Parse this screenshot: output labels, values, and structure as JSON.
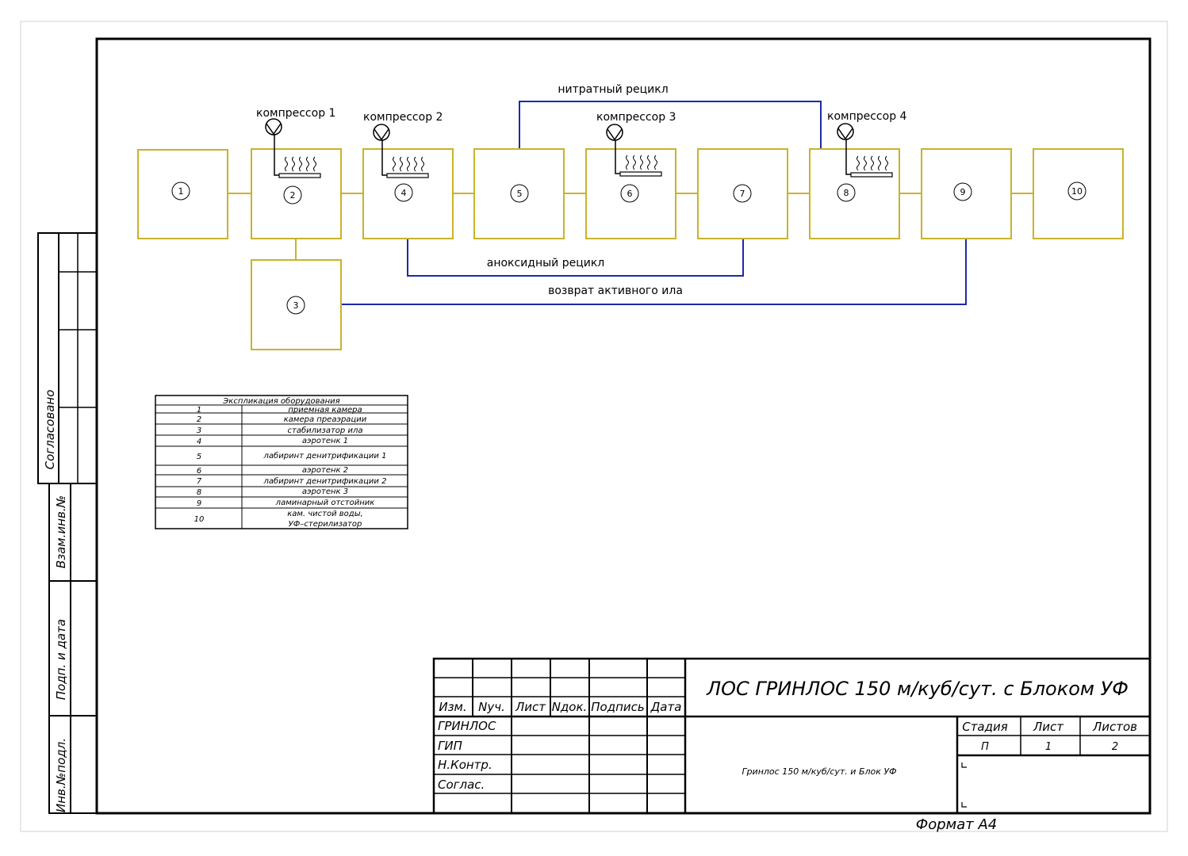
{
  "diagram": {
    "boxes": [
      {
        "id": "1"
      },
      {
        "id": "2"
      },
      {
        "id": "3"
      },
      {
        "id": "4"
      },
      {
        "id": "5"
      },
      {
        "id": "6"
      },
      {
        "id": "7"
      },
      {
        "id": "8"
      },
      {
        "id": "9"
      },
      {
        "id": "10"
      }
    ],
    "compressors": [
      "компрессор 1",
      "компрессор 2",
      "компрессор 3",
      "компрессор 4"
    ],
    "flows": {
      "nitrate": "нитратный рецикл",
      "anoxic": "аноксидный рецикл",
      "sludge_return": "возврат активного ила"
    }
  },
  "explication": {
    "title": "Экспликация оборудования",
    "rows": [
      {
        "num": "1",
        "name": "приемная камера"
      },
      {
        "num": "2",
        "name": "камера преаэрации"
      },
      {
        "num": "3",
        "name": "стабилизатор ила"
      },
      {
        "num": "4",
        "name": "аэротенк 1"
      },
      {
        "num": "5",
        "name": "лабиринт денитрификации 1"
      },
      {
        "num": "6",
        "name": "аэротенк 2"
      },
      {
        "num": "7",
        "name": "лабиринт денитрификации 2"
      },
      {
        "num": "8",
        "name": "аэротенк 3"
      },
      {
        "num": "9",
        "name": "ламинарный отстойник"
      },
      {
        "num": "10",
        "name": "кам. чистой воды,",
        "name2": "УФ–стерилизатор"
      }
    ]
  },
  "side_stamp": {
    "agreed": "Согласовано",
    "inv_replace": "Взам.инв.№",
    "sign_date": "Подп. и дата",
    "inv_orig": "Инв.№подл."
  },
  "title_block": {
    "headers": [
      "Изм.",
      "Nуч.",
      "Лист",
      "Nдок.",
      "Подпись",
      "Дата"
    ],
    "roles": [
      "ГРИНЛОС",
      "ГИП",
      "Н.Контр.",
      "Соглас."
    ],
    "main_title": "ЛОС ГРИНЛОС 150 м/куб/сут.  с Блоком УФ",
    "subtitle": "Гринлос 150 м/куб/сут. и Блок УФ",
    "stage_label": "Стадия",
    "sheet_label": "Лист",
    "sheets_label": "Листов",
    "stage": "П",
    "sheet": "1",
    "sheets": "2",
    "format": "Формат А4"
  }
}
